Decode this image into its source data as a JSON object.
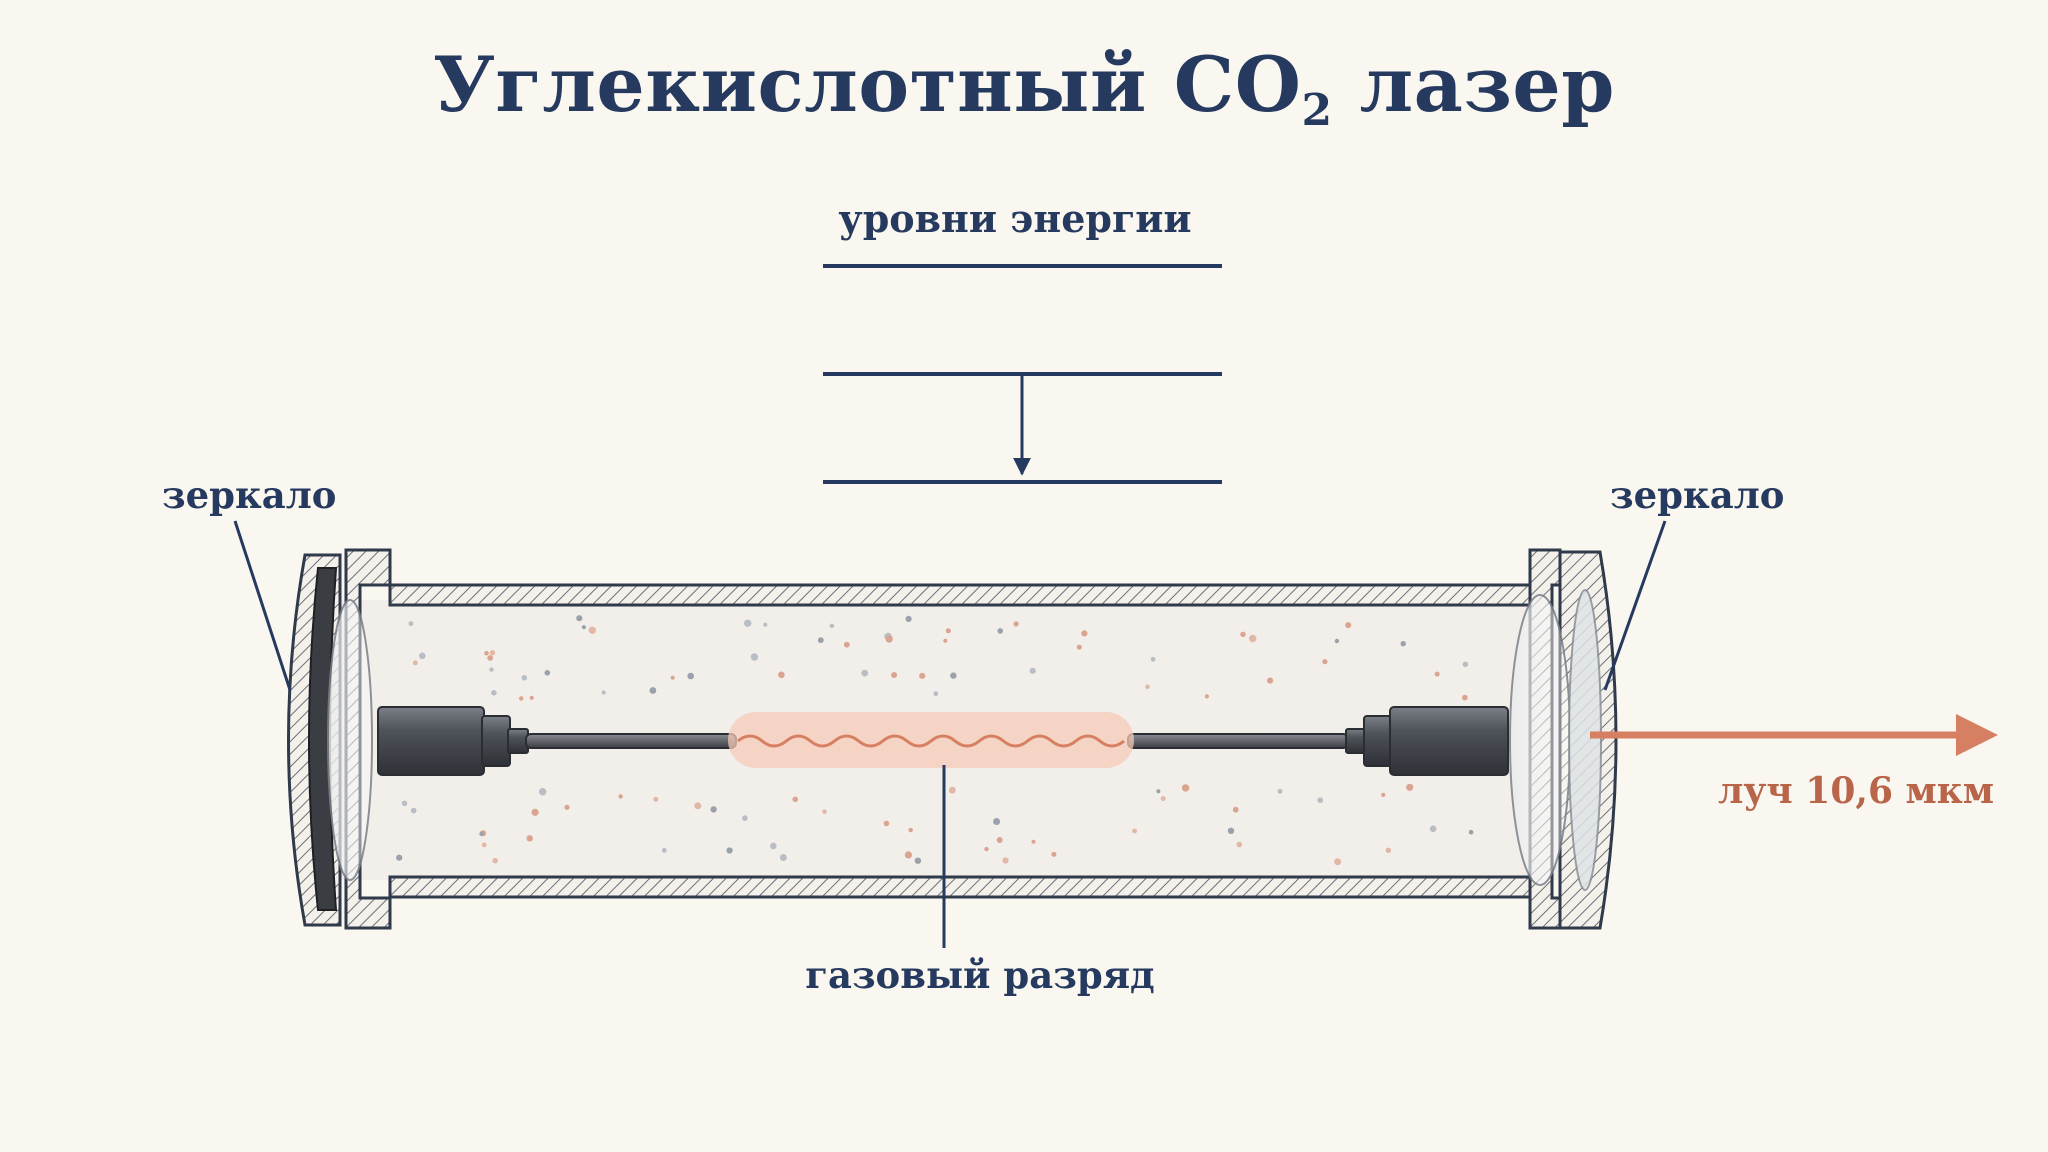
{
  "title": {
    "main": "Углекислотный CO",
    "subscript": "2",
    "suffix": " лазер"
  },
  "labels": {
    "energy_levels": "уровни энергии",
    "mirror_left": "зеркало",
    "mirror_right": "зеркало",
    "gas_discharge": "газовый разряд",
    "beam": "луч 10,6 мкм"
  },
  "colors": {
    "ink": "#253a5e",
    "beam": "#d77f62",
    "glow": "#f6c9b8",
    "background": "#faf7f1"
  }
}
